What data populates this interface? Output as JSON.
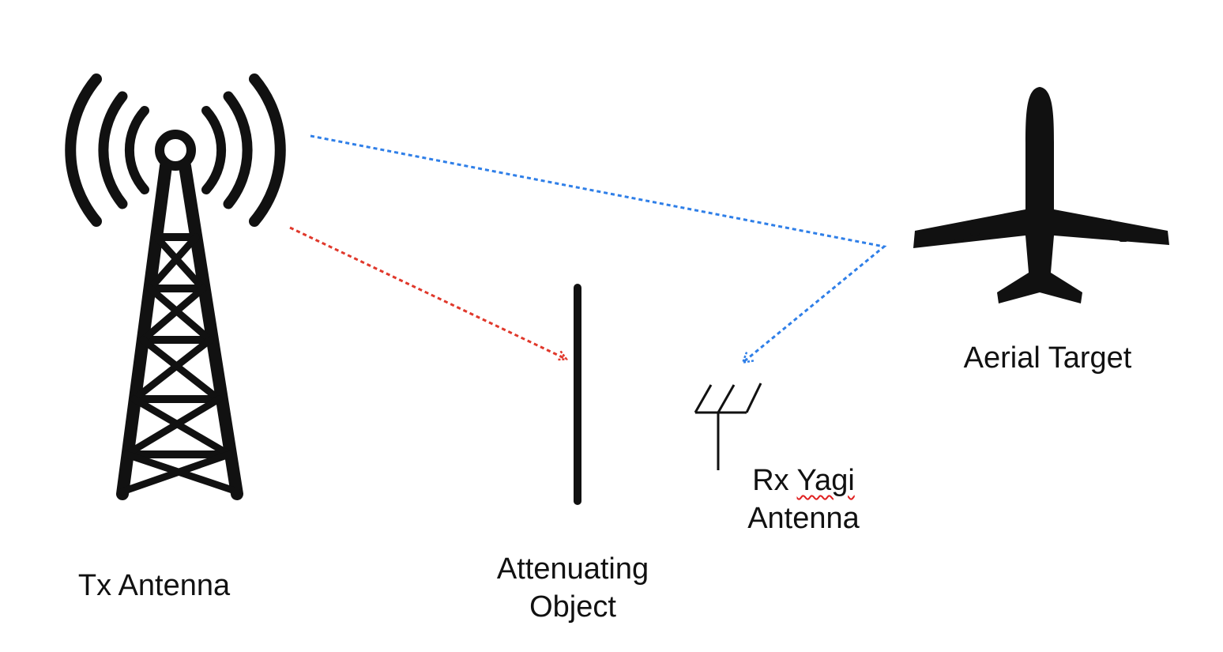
{
  "labels": {
    "tx": "Tx Antenna",
    "attenuator_line1": "Attenuating",
    "attenuator_line2": "Object",
    "rx_prefix": "Rx",
    "rx_word": "Yagi",
    "rx_line2": "Antenna",
    "target": "Aerial Target"
  },
  "colors": {
    "blocked_path": "#e0382b",
    "reflected_path": "#2f7fe8",
    "ink": "#111111",
    "spellcheck": "#e02020"
  },
  "icons": {
    "tx": "radio-tower-icon",
    "rx": "yagi-antenna-icon",
    "target": "airplane-icon"
  }
}
